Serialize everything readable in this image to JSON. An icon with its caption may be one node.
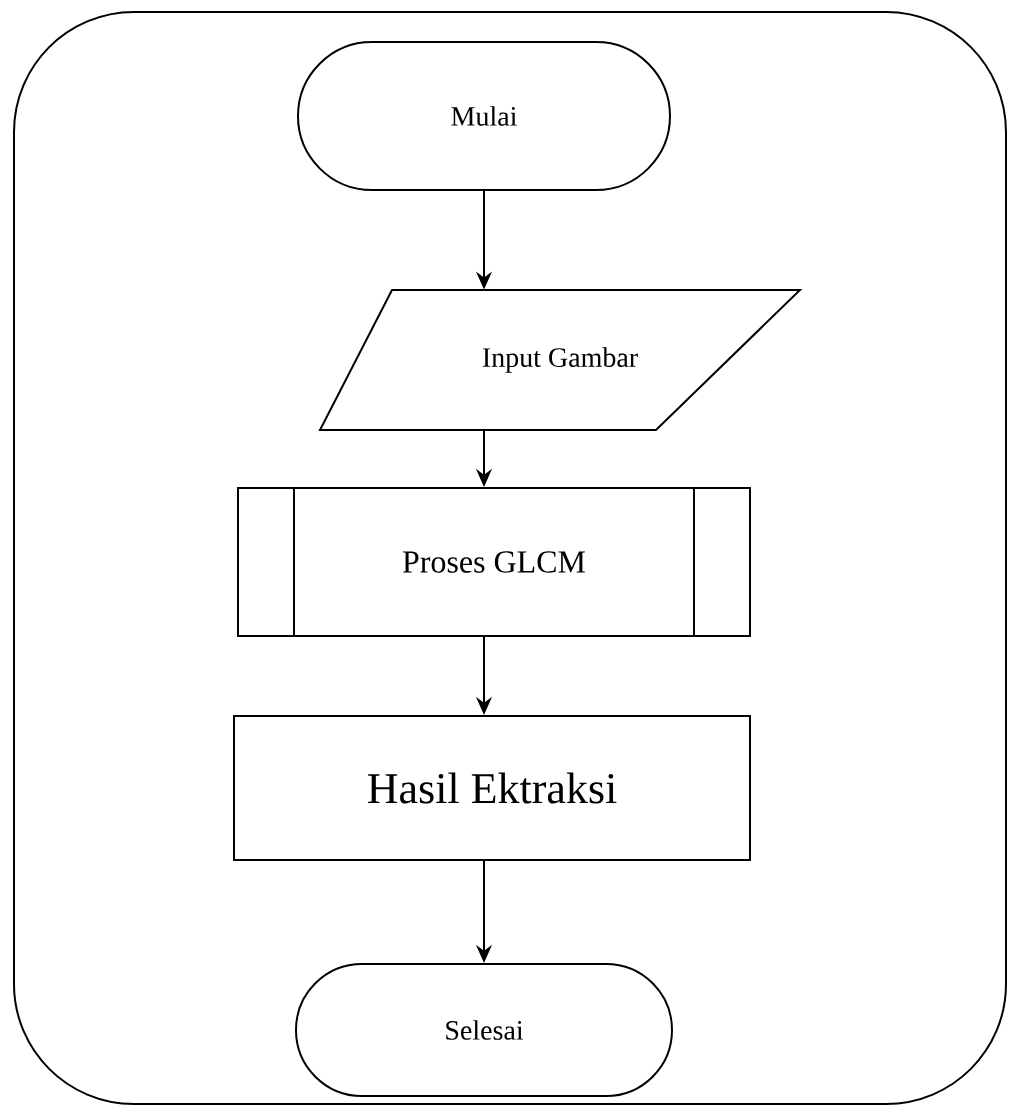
{
  "diagram": {
    "nodes": [
      {
        "text": [],
        "shape": "box"
      },
      {
        "text": [
          "Mulai"
        ],
        "in": 0
      },
      {
        "text": [
          "Input Gambar"
        ],
        "in": 0
      },
      {
        "text": [
          "Proses GLCM"
        ],
        "in": 0
      },
      {
        "text": [
          "Hasil Ektraksi"
        ],
        "in": 0
      },
      {
        "text": [
          "Selesai"
        ],
        "in": 0
      }
    ],
    "edges": [
      {
        "from": 1,
        "to": 2,
        "arrow": "to"
      },
      {
        "from": 2,
        "to": 3,
        "arrow": "to"
      },
      {
        "from": 3,
        "to": 4,
        "arrow": "to"
      },
      {
        "from": 4,
        "to": 5,
        "arrow": "to"
      }
    ]
  }
}
